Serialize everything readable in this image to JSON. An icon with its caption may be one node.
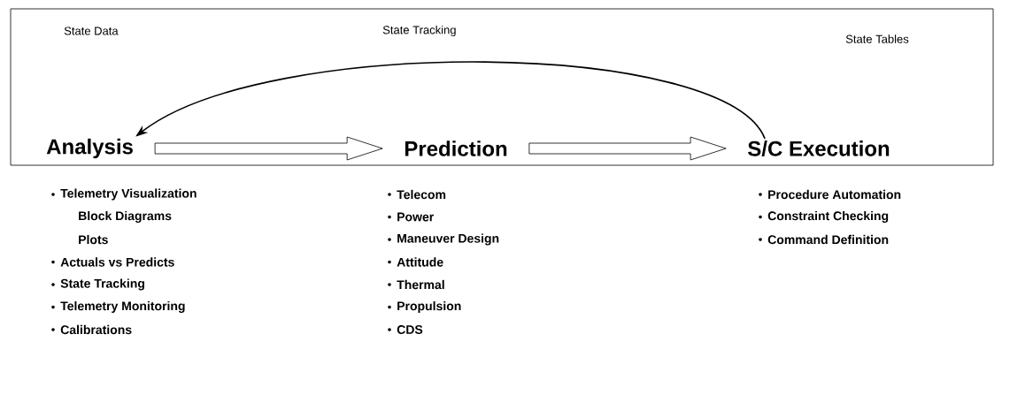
{
  "diagram": {
    "nodes": [
      {
        "text": [],
        "shape": "box"
      },
      {
        "text": [
          "Analysis"
        ],
        "in": 0
      },
      {
        "text": [
          "Prediction"
        ],
        "in": 0
      },
      {
        "text": [
          "S/C Execution"
        ],
        "in": 0
      }
    ],
    "edges": [
      {
        "from": 1,
        "to": 2,
        "arrow": "to"
      },
      {
        "from": 2,
        "to": 3,
        "arrow": "to"
      },
      {
        "from": 3,
        "to": 1,
        "arrow": "to"
      }
    ],
    "labels": [
      "State Data",
      "State Tracking",
      "State Tables",
      "Telemetry Visualization",
      "Block Diagrams",
      "Plots",
      "Actuals vs Predicts",
      "State Tracking",
      "Telemetry Monitoring",
      "Calibrations",
      "Telecom",
      "Power",
      "Maneuver Design",
      "Attitude",
      "Thermal",
      "Propulsion",
      "CDS",
      "Procedure Automation",
      "Constraint Checking",
      "Command Definition"
    ]
  }
}
